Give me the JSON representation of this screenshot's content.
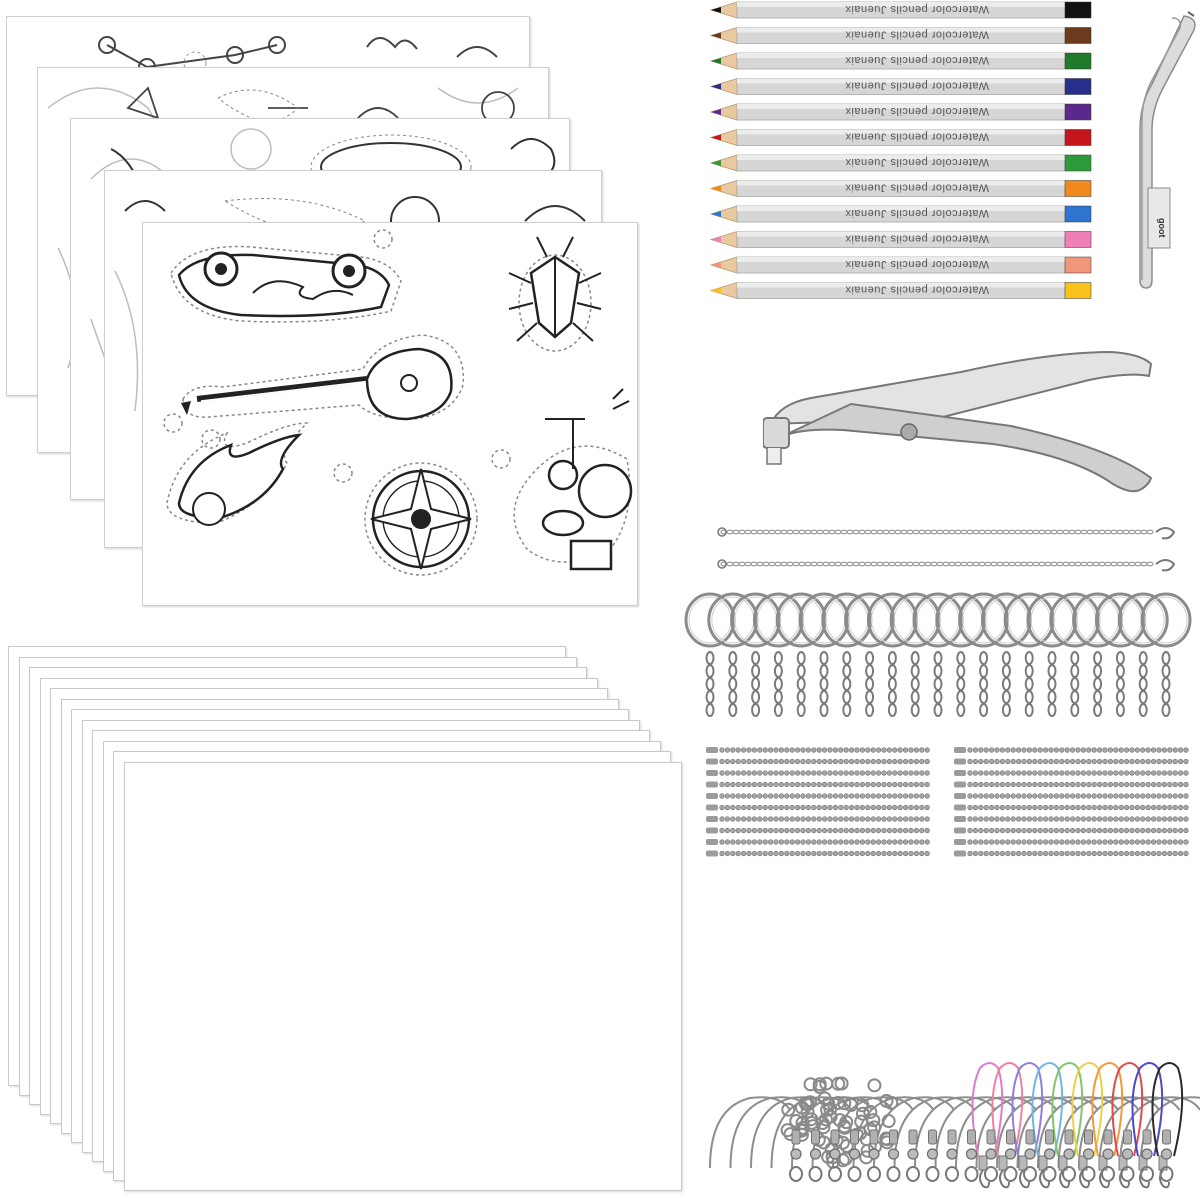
{
  "pencils": {
    "brand_text": "Watercolor pencils",
    "sub_text": "Juenaix",
    "colors": [
      "#111111",
      "#6b3b1c",
      "#1f7a2b",
      "#27318c",
      "#5b2a8c",
      "#c4161c",
      "#2e9b3a",
      "#f08a1c",
      "#2f74d0",
      "#f07fb8",
      "#f2967a",
      "#f8c21b"
    ]
  },
  "tweezers": {
    "label": "goot"
  },
  "blank_sheet_count": 12,
  "printed_sheet_count": 5
}
